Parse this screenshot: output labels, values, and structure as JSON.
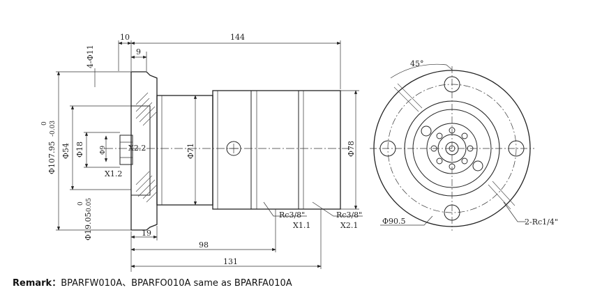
{
  "dimensions": {
    "top_10": "10",
    "top_144": "144",
    "top_9": "9",
    "left_4_d11": "4-Φ11",
    "left_d107": "Φ107.95",
    "left_d107_upper_tol": "0",
    "left_d107_lower_tol": "-0.03",
    "left_d54": "Φ54",
    "left_d18": "Φ18",
    "left_d19": "Φ19.05",
    "left_d19_upper_tol": "0",
    "left_d19_lower_tol": "-0.05",
    "left_d9": "Φ9",
    "x22": "X2.2",
    "x12": "X1.2",
    "d71": "Φ71",
    "d78": "Φ78",
    "bottom_19": "19",
    "bottom_98": "98",
    "bottom_131": "131",
    "port1": "Rc3/8\"",
    "port1_x": "X1.1",
    "port2": "Rc3/8\"",
    "port2_x": "X2.1",
    "angle_45": "45°",
    "pcd_905": "Φ90.5",
    "rc14": "2-Rc1/4\""
  },
  "remark": {
    "label": "Remark：",
    "text": "BPARFW010A、BPARFO010A same as BPARFA010A"
  }
}
